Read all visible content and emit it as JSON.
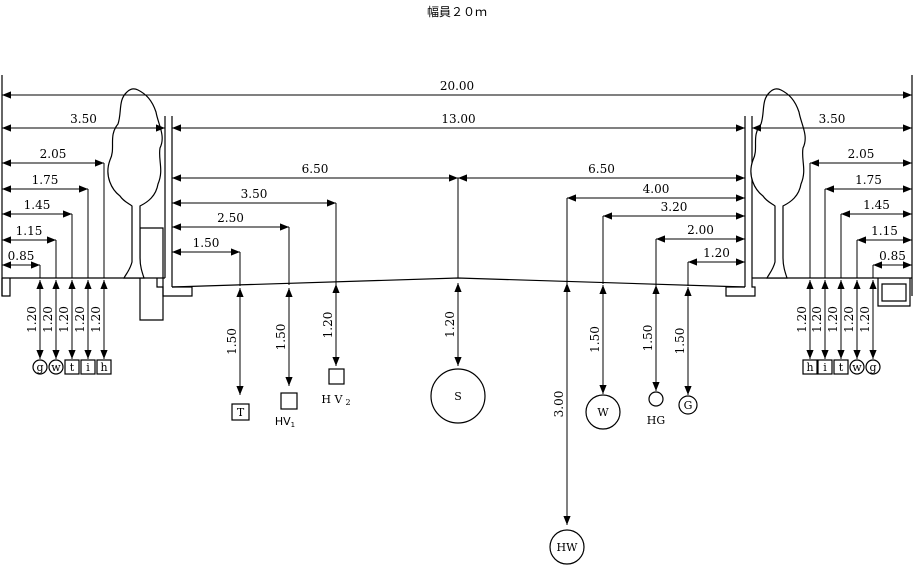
{
  "title": "幅員２０ｍ",
  "horizontal_dims": [
    "20.00",
    "3.50",
    "13.00",
    "3.50",
    "6.50",
    "6.50",
    "2.05",
    "1.75",
    "1.45",
    "1.15",
    "0.85",
    "3.50",
    "2.50",
    "1.50",
    "4.00",
    "3.20",
    "2.00",
    "1.20",
    "2.05",
    "1.75",
    "1.45",
    "1.15",
    "0.85"
  ],
  "vertical_dims": [
    "1.20",
    "1.20",
    "1.20",
    "1.20",
    "1.20",
    "1.50",
    "1.50",
    "1.20",
    "1.20",
    "3.00",
    "1.50",
    "1.50",
    "1.50",
    "1.20",
    "1.20",
    "1.20",
    "1.20",
    "1.20"
  ],
  "symbols": {
    "left_sidewalk": [
      "g",
      "w",
      "t",
      "i",
      "h"
    ],
    "right_sidewalk": [
      "h",
      "i",
      "t",
      "w",
      "g"
    ],
    "T": "T",
    "HV1": "HV",
    "HV1_sub": "1",
    "HV2": "H V",
    "HV2_sub": "2",
    "S": "S",
    "HW": "HW",
    "W": "W",
    "HG": "HG",
    "G": "G"
  }
}
